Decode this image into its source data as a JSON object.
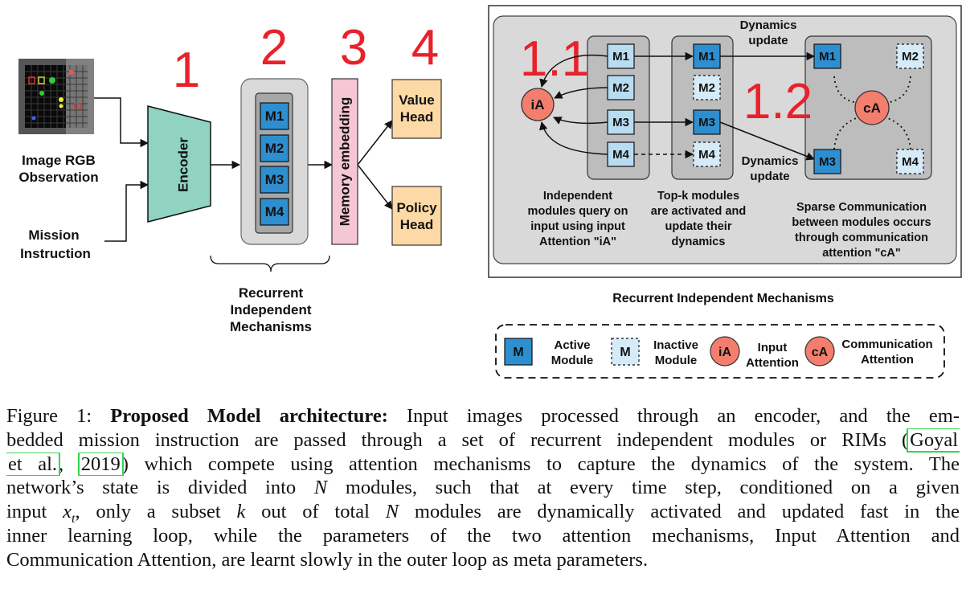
{
  "left": {
    "step_numbers": [
      "1",
      "2",
      "3",
      "4"
    ],
    "observation_label": [
      "Image RGB",
      "Observation"
    ],
    "mission_label": [
      "Mission",
      "Instruction"
    ],
    "encoder": "Encoder",
    "left_modules": [
      "M1",
      "M2",
      "M3",
      "M4"
    ],
    "memory_embedding": "Memory embedding",
    "value_head": [
      "Value",
      "Head"
    ],
    "policy_head": [
      "Policy",
      "Head"
    ],
    "rims_label": [
      "Recurrent",
      "Independent",
      "Mechanisms"
    ]
  },
  "right": {
    "step_labels": [
      "1.1",
      "1.2"
    ],
    "dynamics_update": [
      "Dynamics",
      "update"
    ],
    "ia": "iA",
    "ca": "cA",
    "query_modules": [
      "M1",
      "M2",
      "M3",
      "M4"
    ],
    "topk_modules": [
      "M1",
      "M2",
      "M3",
      "M4"
    ],
    "comm_modules": [
      "M1",
      "M2",
      "M3",
      "M4"
    ],
    "desc_query": [
      "Independent",
      "modules query on",
      "input using input",
      "Attention \"iA\""
    ],
    "desc_topk": [
      "Top-k modules",
      "are activated and",
      "update their",
      "dynamics"
    ],
    "desc_comm": [
      "Sparse Communication",
      "between modules occurs",
      "through communication",
      "attention \"cA\""
    ],
    "title": "Recurrent Independent Mechanisms"
  },
  "legend": {
    "active_symbol": "M",
    "active_label": [
      "Active",
      "Module"
    ],
    "inactive_symbol": "M",
    "inactive_label": [
      "Inactive",
      "Module"
    ],
    "input_symbol": "iA",
    "input_label": [
      "Input",
      "Attention"
    ],
    "comm_symbol": "cA",
    "comm_label": [
      "Communication",
      "Attention"
    ]
  },
  "caption": {
    "prefix": "Figure 1: ",
    "bold": "Proposed Model architecture:",
    "l1": " Input images processed through an encoder, and the em-",
    "l2a": "bedded mission instruction are passed through a set of recurrent independent modules or RIMs (",
    "cite1": "Goyal",
    "cite2": "et al.",
    "l3sep": ", ",
    "cite3": "2019",
    "l3b": ") which compete using attention mechanisms to capture the dynamics of the system. The",
    "l4a": "network’s state is divided into ",
    "N": "N",
    "l4b": " modules, such that at every time step, conditioned on a given",
    "l5a": "input ",
    "xt_x": "x",
    "xt_t": "t",
    "l5b": ", only a subset ",
    "k": "k",
    "l5c": " out of total ",
    "l5d": " modules are dynamically activated and updated fast in the",
    "l6": "inner learning loop, while the parameters of the two attention mechanisms, Input Attention and",
    "l7": "Communication Attention, are learnt slowly in the outer loop as meta parameters."
  }
}
